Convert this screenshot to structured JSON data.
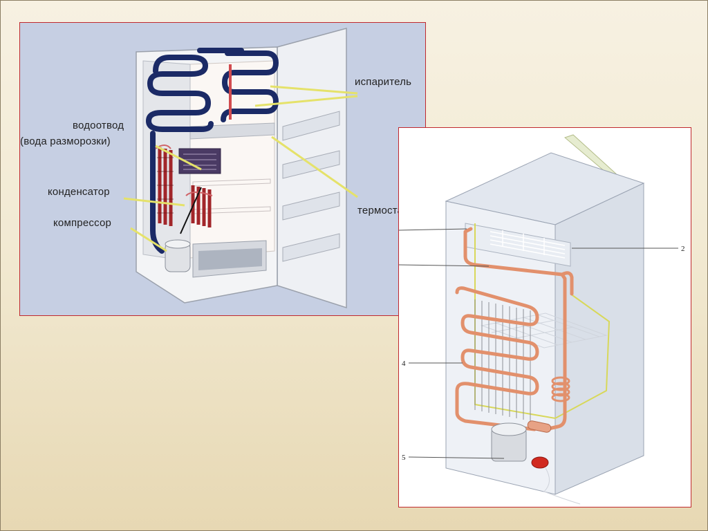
{
  "left_diagram": {
    "labels": {
      "evaporator": "испаритель",
      "drain_line1": "водоотвод",
      "drain_line2": "(вода  разморозки)",
      "condenser": "конденсатор",
      "compressor": "компрессор",
      "thermostat": "термостат"
    },
    "colors": {
      "frame": "#c0282d",
      "background": "#c6cfe3",
      "evaporator_tubes": "#1b2a66",
      "condenser_tubes": "#a2262a",
      "leader_lines": "#e5e26a"
    }
  },
  "right_diagram": {
    "labels": {
      "n2": "2",
      "n4": "4",
      "n5": "5"
    },
    "colors": {
      "frame": "#c0282d",
      "tubes": "#e2906c",
      "cabinet": "#dde3ec",
      "compressor_relay": "#d12a20"
    }
  }
}
